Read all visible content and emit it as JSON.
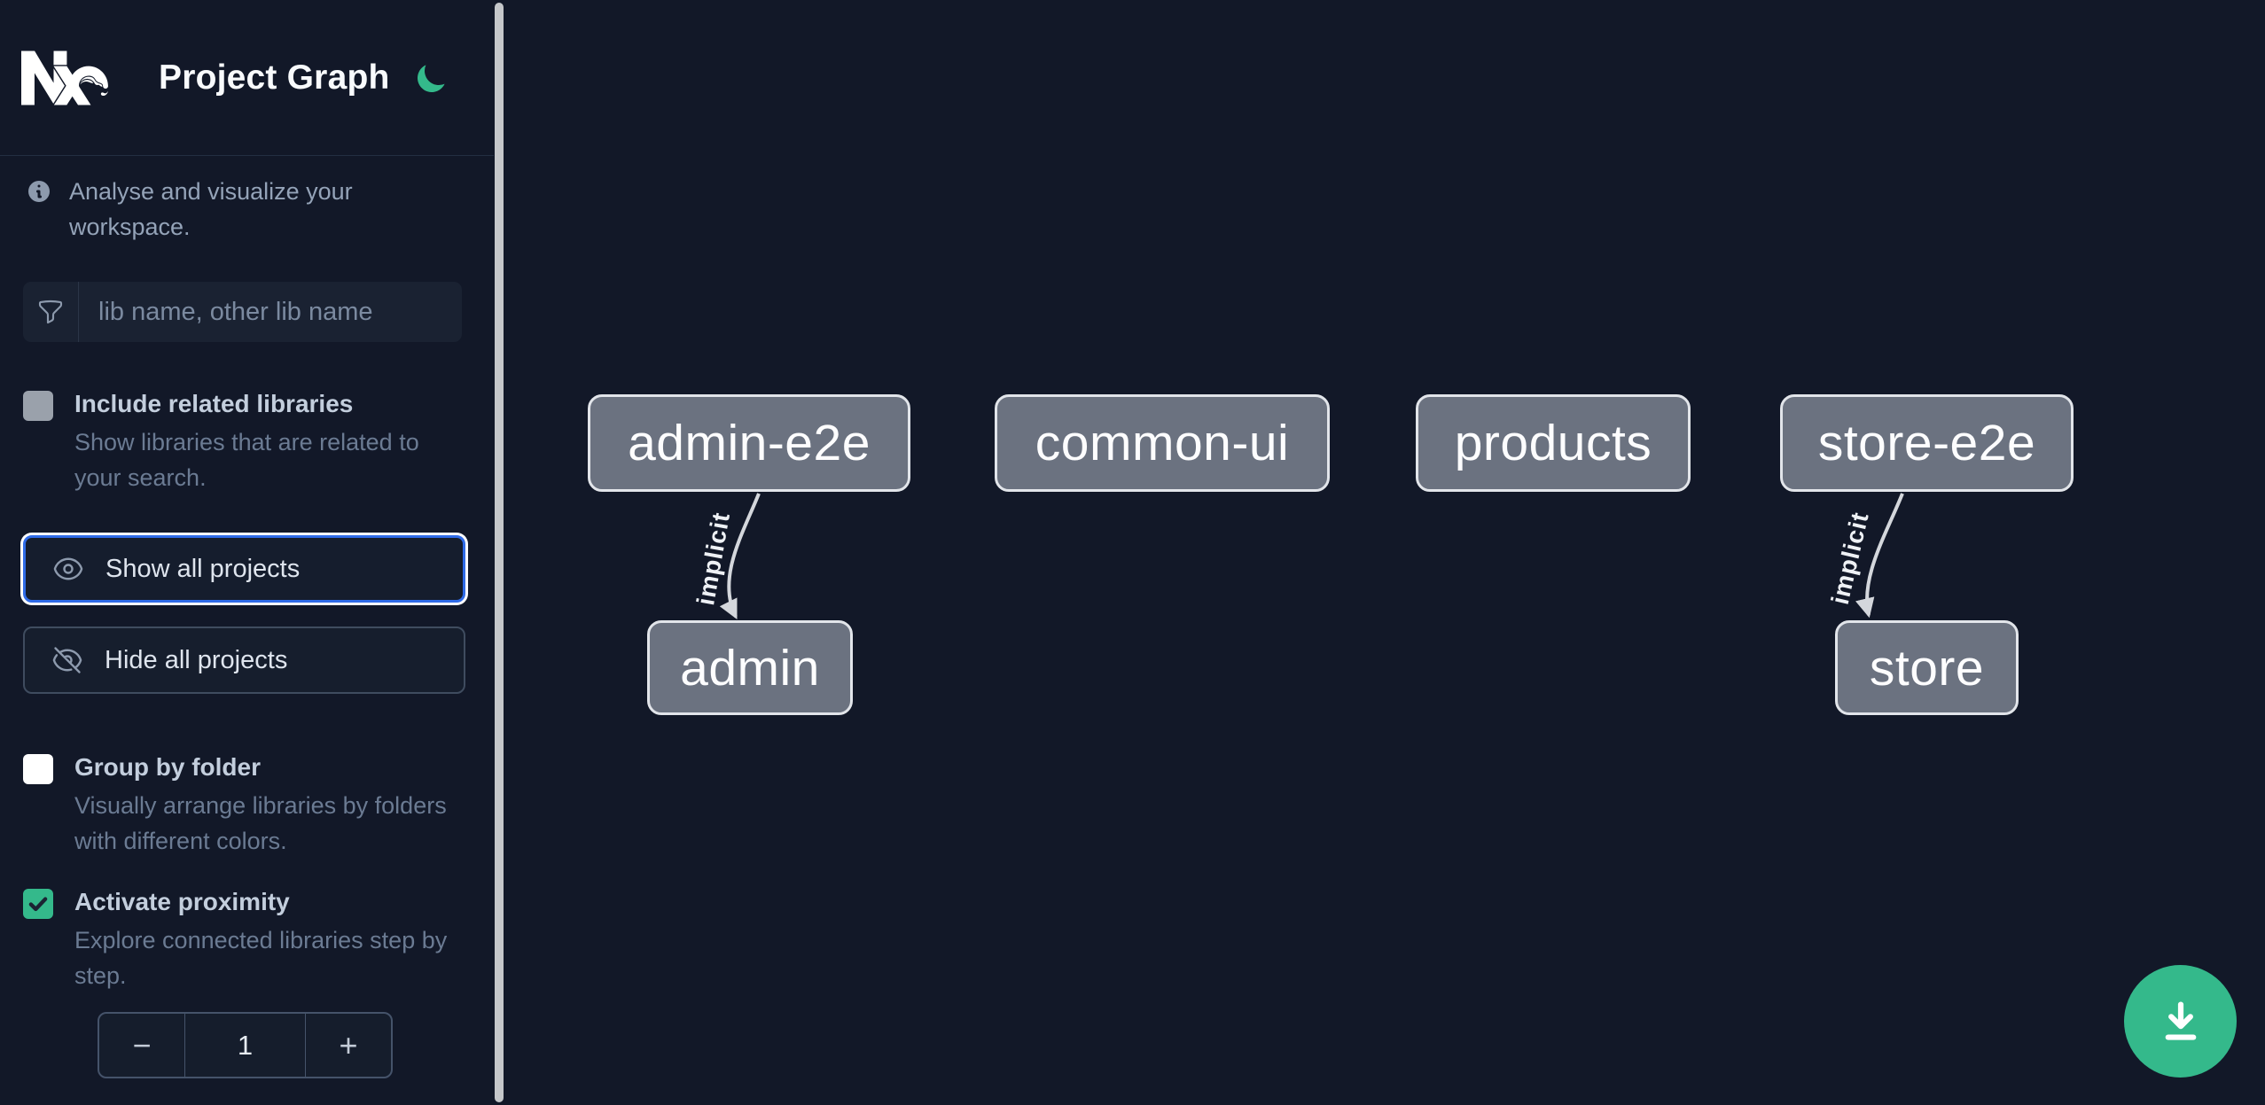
{
  "app": {
    "title": "Project Graph"
  },
  "sidebar": {
    "tagline": "Analyse and visualize your workspace.",
    "search": {
      "placeholder": "lib name, other lib name",
      "value": ""
    },
    "options": [
      {
        "label": "Include related libraries",
        "description": "Show libraries that are related to your search.",
        "checked": false
      },
      {
        "label": "Group by folder",
        "description": "Visually arrange libraries by folders with different colors.",
        "checked": false
      },
      {
        "label": "Activate proximity",
        "description": "Explore connected libraries step by step.",
        "checked": true
      }
    ],
    "actions": [
      {
        "label": "Show all projects",
        "focused": true
      },
      {
        "label": "Hide all projects",
        "focused": false
      }
    ],
    "proximity_stepper": {
      "decrement": "−",
      "value": "1",
      "increment": "+"
    }
  },
  "graph": {
    "nodes": [
      {
        "id": "admin-e2e",
        "label": "admin-e2e"
      },
      {
        "id": "common-ui",
        "label": "common-ui"
      },
      {
        "id": "products",
        "label": "products"
      },
      {
        "id": "store-e2e",
        "label": "store-e2e"
      },
      {
        "id": "admin",
        "label": "admin"
      },
      {
        "id": "store",
        "label": "store"
      }
    ],
    "edges": [
      {
        "source": "admin-e2e",
        "target": "admin",
        "label": "implicit"
      },
      {
        "source": "store-e2e",
        "target": "store",
        "label": "implicit"
      }
    ]
  },
  "fab": {
    "icon": "download-icon"
  },
  "colors": {
    "background": "#121828",
    "accent_green": "#34b98b",
    "focus_blue": "#2f6be8",
    "node_fill": "#6b7280",
    "node_border": "#e2e5ea",
    "edge": "#d4d7dc"
  }
}
